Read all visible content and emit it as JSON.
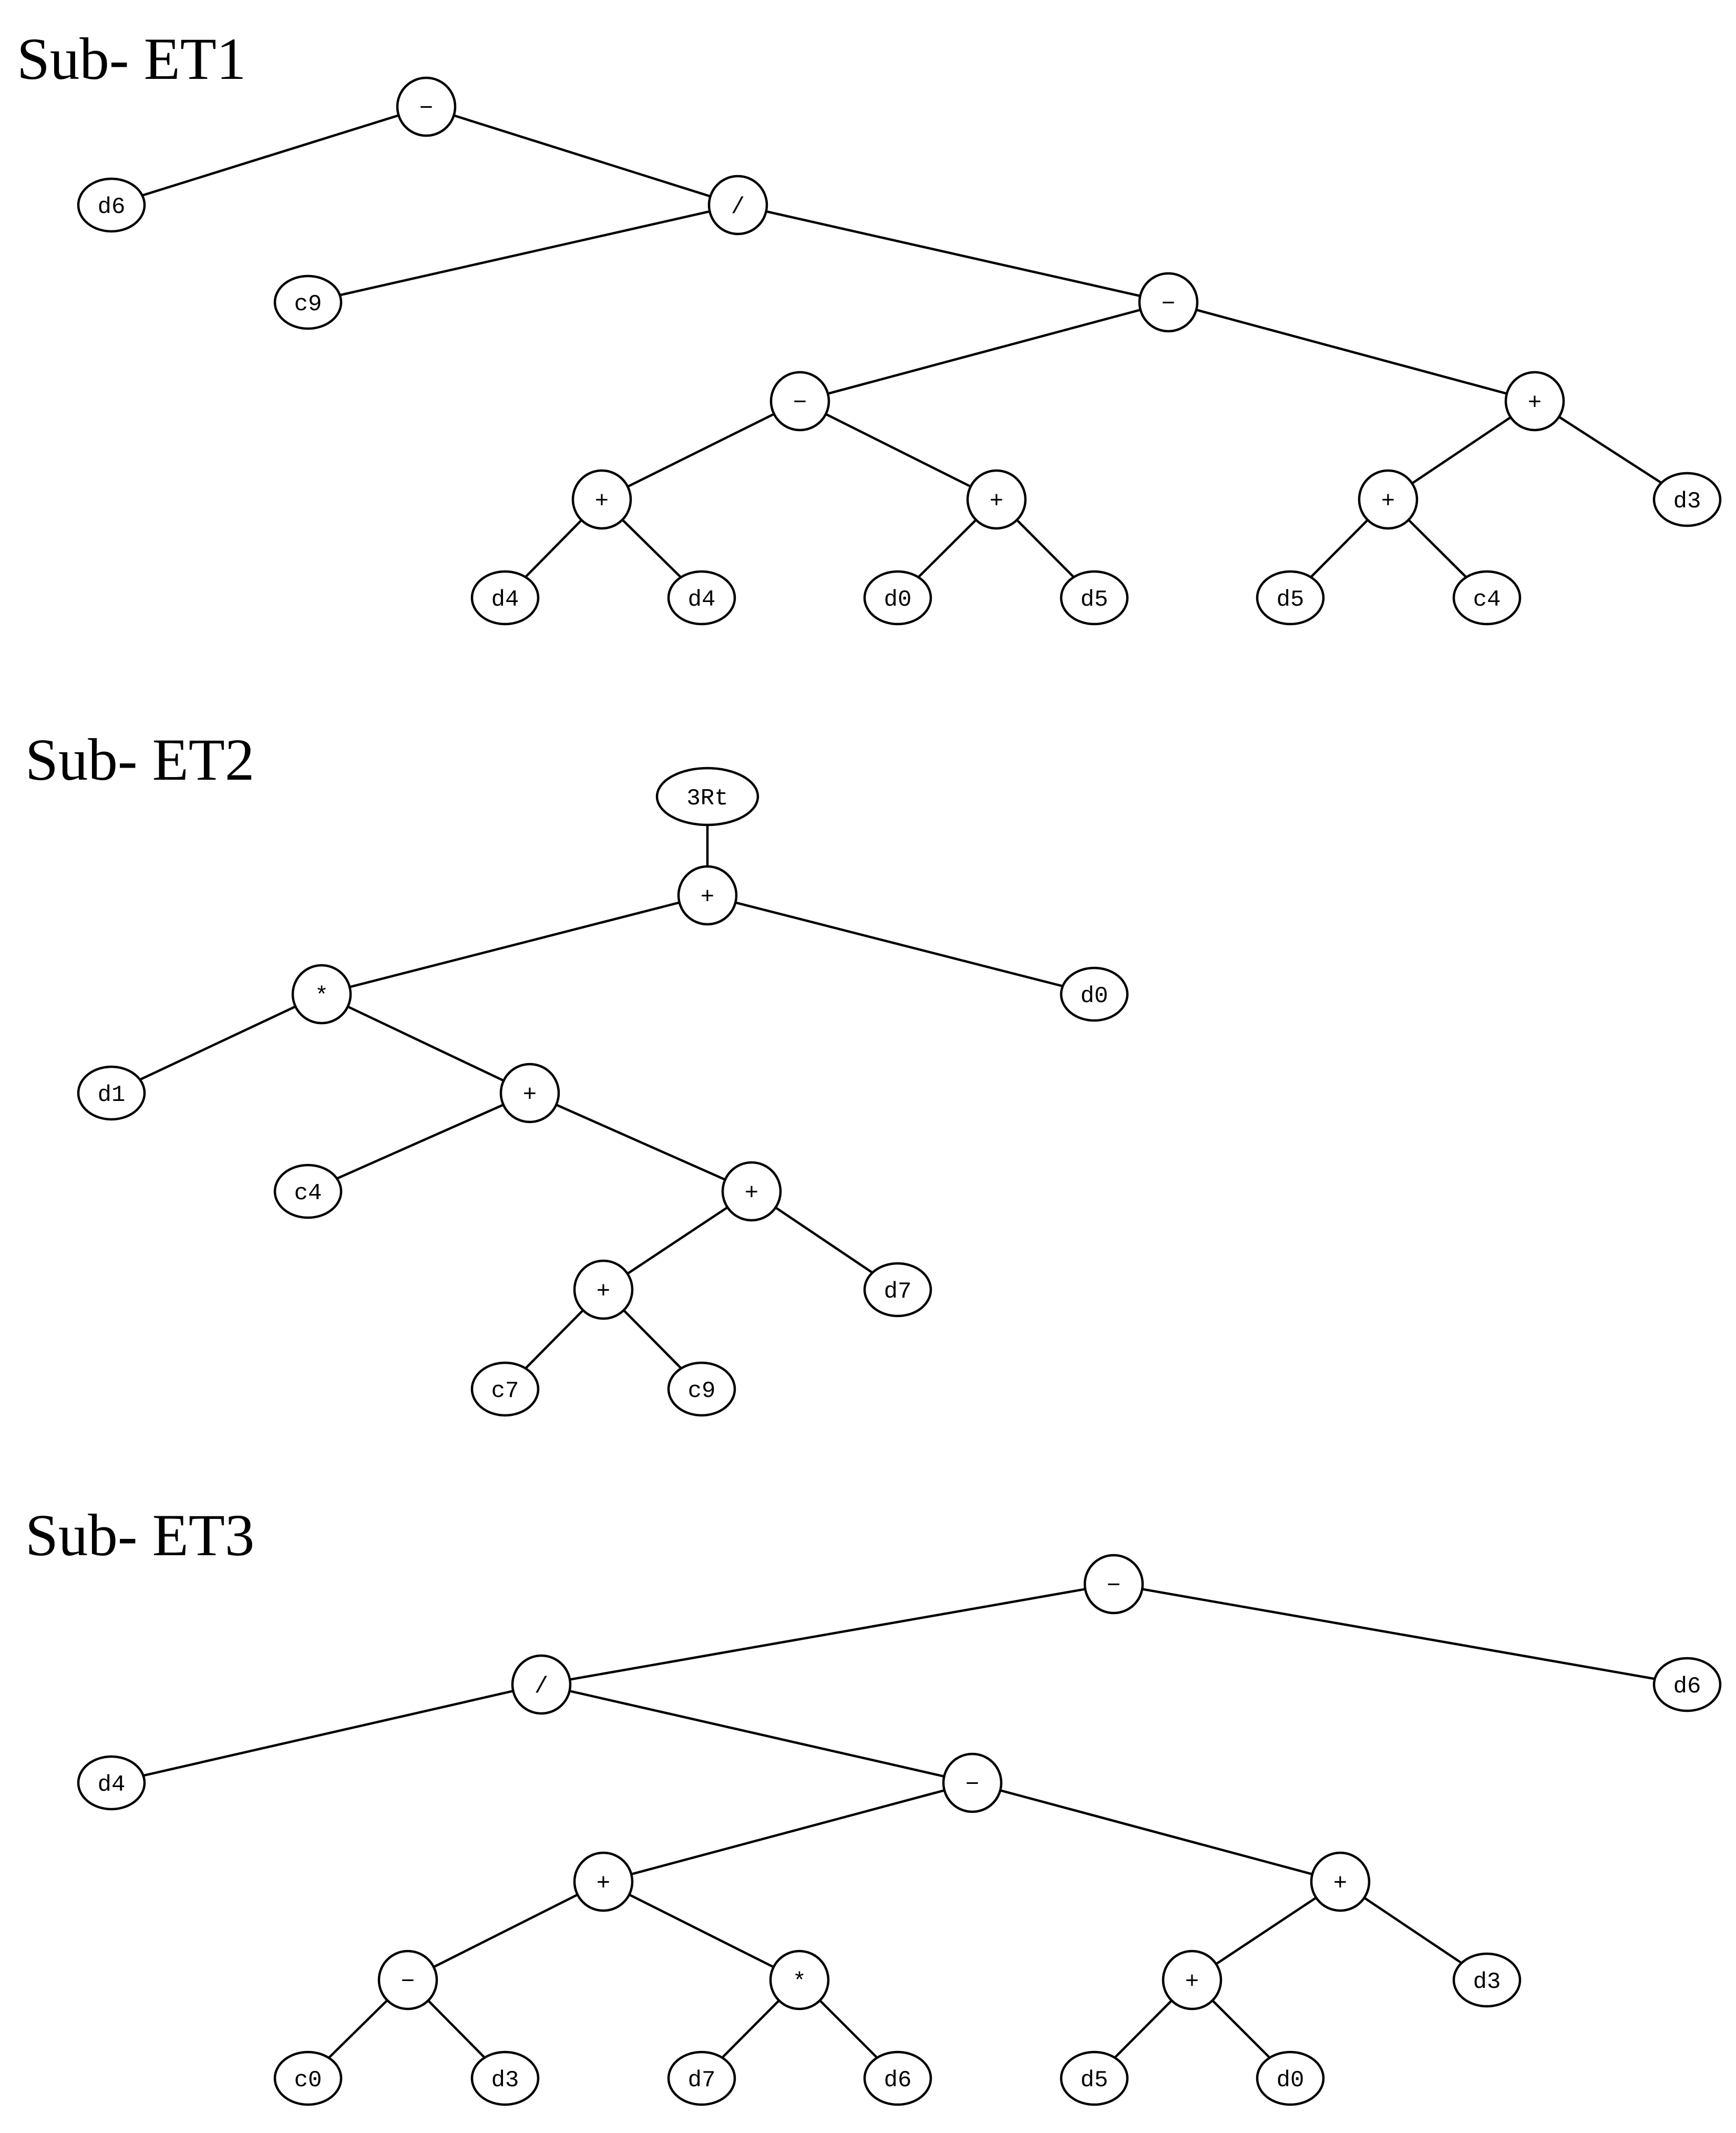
{
  "trees": [
    {
      "title": "Sub- ET1",
      "nodes": [
        {
          "id": "a1",
          "label": "−"
        },
        {
          "id": "a2",
          "label": "d6"
        },
        {
          "id": "a3",
          "label": "/"
        },
        {
          "id": "a4",
          "label": "c9"
        },
        {
          "id": "a5",
          "label": "−"
        },
        {
          "id": "a6",
          "label": "−"
        },
        {
          "id": "a7",
          "label": "+"
        },
        {
          "id": "a8",
          "label": "+"
        },
        {
          "id": "a9",
          "label": "+"
        },
        {
          "id": "a10",
          "label": "+"
        },
        {
          "id": "a11",
          "label": "+"
        },
        {
          "id": "a12",
          "label": "d3"
        },
        {
          "id": "a13",
          "label": "d4"
        },
        {
          "id": "a14",
          "label": "d4"
        },
        {
          "id": "a15",
          "label": "d0"
        },
        {
          "id": "a16",
          "label": "d5"
        },
        {
          "id": "a17",
          "label": "d5"
        },
        {
          "id": "a18",
          "label": "c4"
        }
      ],
      "edges": [
        [
          "a1",
          "a2"
        ],
        [
          "a1",
          "a3"
        ],
        [
          "a3",
          "a4"
        ],
        [
          "a3",
          "a5"
        ],
        [
          "a5",
          "a6"
        ],
        [
          "a5",
          "a7"
        ],
        [
          "a6",
          "a8"
        ],
        [
          "a6",
          "a9"
        ],
        [
          "a7",
          "a10"
        ],
        [
          "a7",
          "a12"
        ],
        [
          "a8",
          "a13"
        ],
        [
          "a8",
          "a14"
        ],
        [
          "a9",
          "a15"
        ],
        [
          "a9",
          "a16"
        ],
        [
          "a10",
          "a17"
        ],
        [
          "a10",
          "a18"
        ]
      ]
    },
    {
      "title": "Sub- ET2",
      "nodes": [
        {
          "id": "b1",
          "label": "3Rt"
        },
        {
          "id": "b2",
          "label": "+"
        },
        {
          "id": "b3",
          "label": "*"
        },
        {
          "id": "b4",
          "label": "d0"
        },
        {
          "id": "b5",
          "label": "d1"
        },
        {
          "id": "b6",
          "label": "+"
        },
        {
          "id": "b7",
          "label": "c4"
        },
        {
          "id": "b8",
          "label": "+"
        },
        {
          "id": "b9",
          "label": "+"
        },
        {
          "id": "b10",
          "label": "d7"
        },
        {
          "id": "b11",
          "label": "c7"
        },
        {
          "id": "b12",
          "label": "c9"
        }
      ],
      "edges": [
        [
          "b1",
          "b2"
        ],
        [
          "b2",
          "b3"
        ],
        [
          "b2",
          "b4"
        ],
        [
          "b3",
          "b5"
        ],
        [
          "b3",
          "b6"
        ],
        [
          "b6",
          "b7"
        ],
        [
          "b6",
          "b8"
        ],
        [
          "b8",
          "b9"
        ],
        [
          "b8",
          "b10"
        ],
        [
          "b9",
          "b11"
        ],
        [
          "b9",
          "b12"
        ]
      ]
    },
    {
      "title": "Sub- ET3",
      "nodes": [
        {
          "id": "c1",
          "label": "−"
        },
        {
          "id": "c2",
          "label": "/"
        },
        {
          "id": "c3",
          "label": "d6"
        },
        {
          "id": "c4",
          "label": "d4"
        },
        {
          "id": "c5",
          "label": "−"
        },
        {
          "id": "c6",
          "label": "+"
        },
        {
          "id": "c7",
          "label": "+"
        },
        {
          "id": "c8",
          "label": "−"
        },
        {
          "id": "c9",
          "label": "*"
        },
        {
          "id": "c10",
          "label": "+"
        },
        {
          "id": "c11",
          "label": "d3"
        },
        {
          "id": "c12",
          "label": "c0"
        },
        {
          "id": "c13",
          "label": "d3"
        },
        {
          "id": "c14",
          "label": "d7"
        },
        {
          "id": "c15",
          "label": "d6"
        },
        {
          "id": "c16",
          "label": "d5"
        },
        {
          "id": "c17",
          "label": "d0"
        }
      ],
      "edges": [
        [
          "c1",
          "c2"
        ],
        [
          "c1",
          "c3"
        ],
        [
          "c2",
          "c4"
        ],
        [
          "c2",
          "c5"
        ],
        [
          "c5",
          "c6"
        ],
        [
          "c5",
          "c7"
        ],
        [
          "c6",
          "c8"
        ],
        [
          "c6",
          "c9"
        ],
        [
          "c7",
          "c10"
        ],
        [
          "c7",
          "c11"
        ],
        [
          "c8",
          "c12"
        ],
        [
          "c8",
          "c13"
        ],
        [
          "c9",
          "c14"
        ],
        [
          "c9",
          "c15"
        ],
        [
          "c10",
          "c16"
        ],
        [
          "c10",
          "c17"
        ]
      ]
    }
  ]
}
